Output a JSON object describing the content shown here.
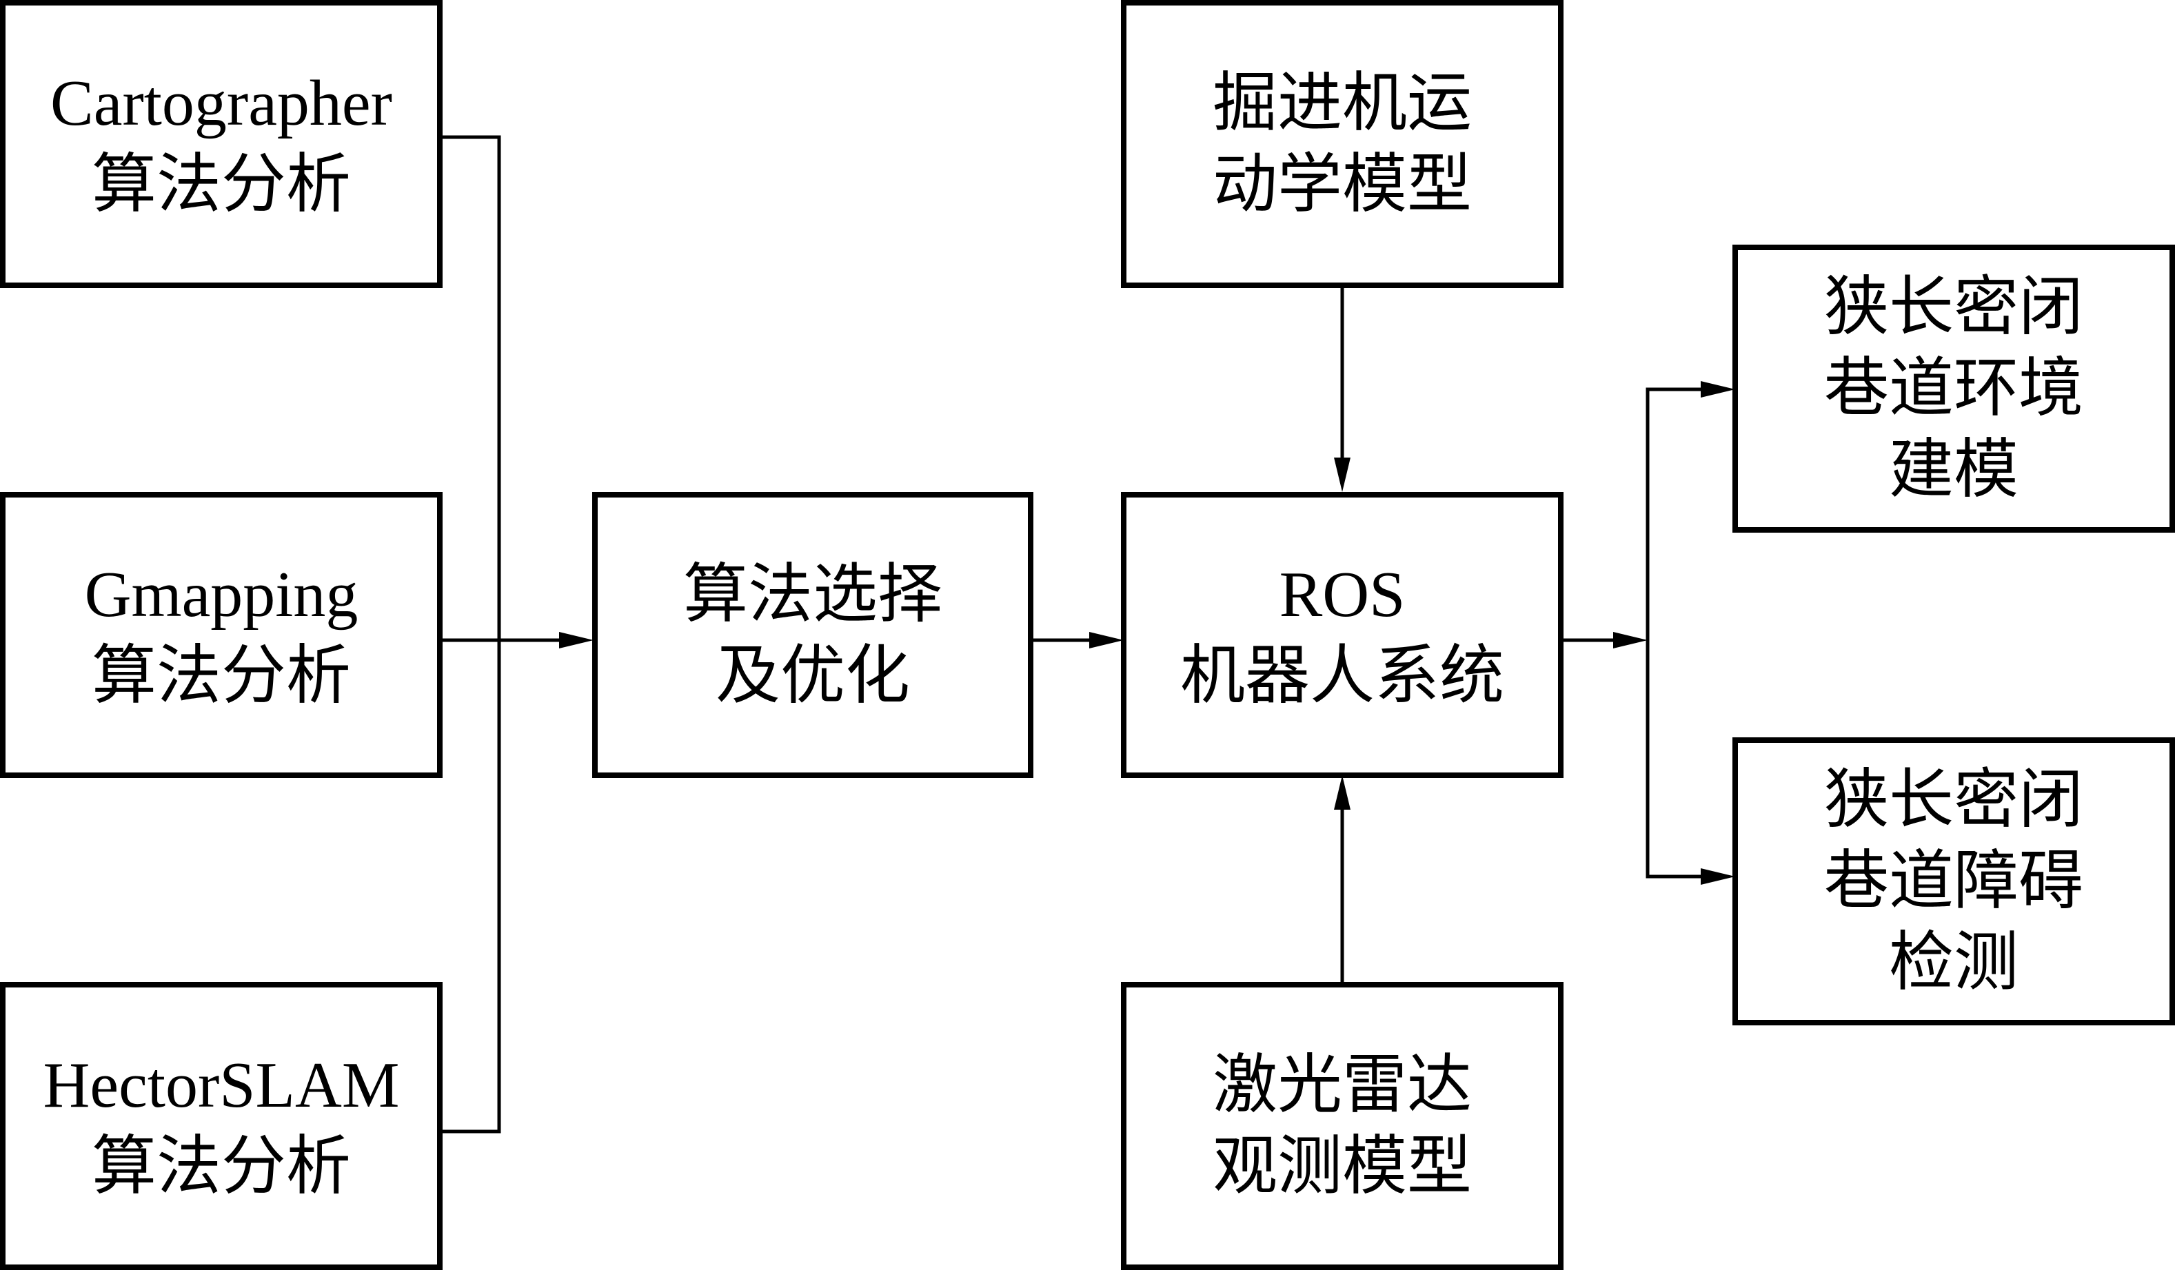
{
  "diagram": {
    "nodes": {
      "cartographer": {
        "lines": [
          "Cartographer",
          "算法分析"
        ]
      },
      "gmapping": {
        "lines": [
          "Gmapping",
          "算法分析"
        ]
      },
      "hectorslam": {
        "lines": [
          "HectorSLAM",
          "算法分析"
        ]
      },
      "algo_select": {
        "lines": [
          "算法选择",
          "及优化"
        ]
      },
      "ros": {
        "lines": [
          "ROS",
          "机器人系统"
        ]
      },
      "kinematics": {
        "lines": [
          "掘进机运",
          "动学模型"
        ]
      },
      "lidar": {
        "lines": [
          "激光雷达",
          "观测模型"
        ]
      },
      "env_model": {
        "lines": [
          "狭长密闭",
          "巷道环境",
          "建模"
        ]
      },
      "obstacle": {
        "lines": [
          "狭长密闭",
          "巷道障碍",
          "检测"
        ]
      }
    },
    "edges": [
      {
        "from": "cartographer",
        "to": "algo_select"
      },
      {
        "from": "gmapping",
        "to": "algo_select"
      },
      {
        "from": "hectorslam",
        "to": "algo_select"
      },
      {
        "from": "algo_select",
        "to": "ros"
      },
      {
        "from": "kinematics",
        "to": "ros"
      },
      {
        "from": "lidar",
        "to": "ros"
      },
      {
        "from": "ros",
        "to": "env_model"
      },
      {
        "from": "ros",
        "to": "obstacle"
      }
    ]
  }
}
